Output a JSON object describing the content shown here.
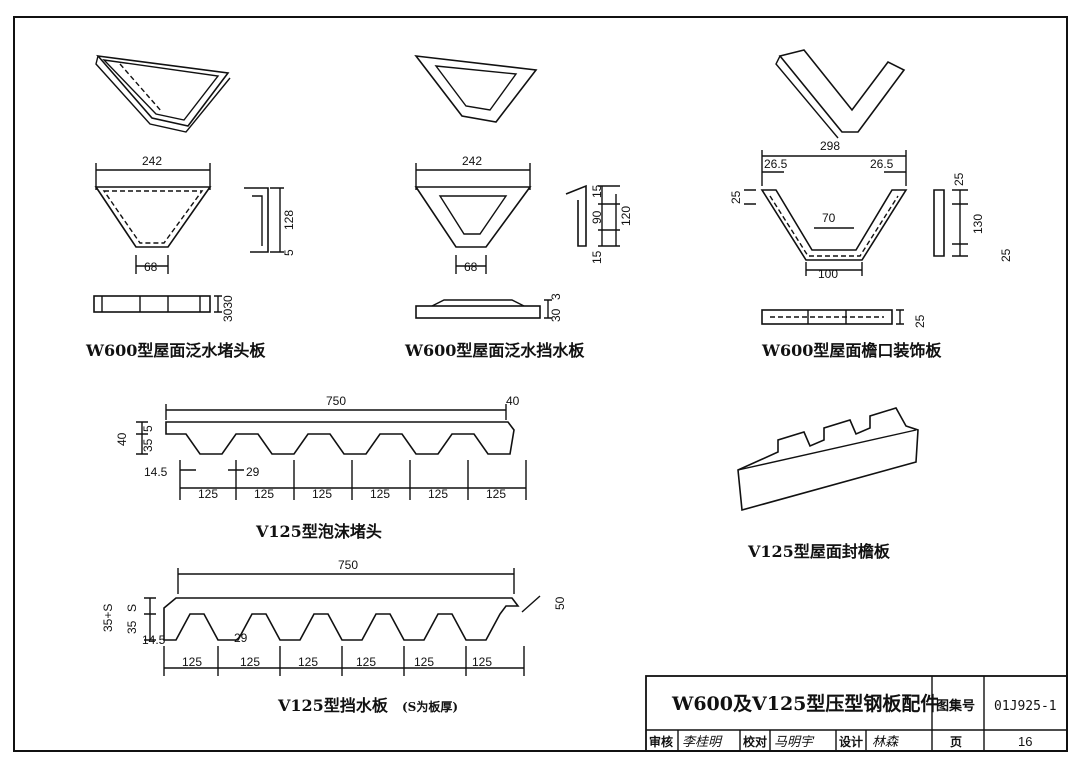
{
  "captions": {
    "w600_end": "W600型屋面泛水堵头板",
    "w600_stop": "W600型屋面泛水挡水板",
    "w600_eave": "W600型屋面檐口装饰板",
    "v125_foam": "V125型泡沫堵头",
    "v125_eave": "V125型屋面封檐板",
    "v125_stop": "V125型挡水板",
    "v125_stop_note": "(S为板厚)"
  },
  "dims": {
    "w600_end": {
      "top": "242",
      "bottom": "68",
      "side_h": "128",
      "side_b": "5",
      "strip": "3030"
    },
    "w600_stop": {
      "top": "242",
      "bottom": "68",
      "s15a": "15",
      "s90": "90",
      "s120": "120",
      "s15b": "15",
      "strip": "30",
      "strip2": "3"
    },
    "w600_eave": {
      "top": "298",
      "l265": "26.5",
      "r265": "26.5",
      "h25": "25",
      "i70": "70",
      "b100": "100",
      "s25a": "25",
      "s130": "130",
      "s25b": "25",
      "strip": "25"
    },
    "v125_foam": {
      "len": "750",
      "end": "40",
      "h40": "40",
      "h35": "35",
      "h5": "5",
      "w145": "14.5",
      "w29": "29",
      "pitch": [
        "125",
        "125",
        "125",
        "125",
        "125",
        "125"
      ]
    },
    "v125_stop": {
      "len": "750",
      "h35s": "35+S",
      "h35": "35",
      "hs": "S",
      "end": "50",
      "w145": "14.5",
      "w29": "29",
      "pitch": [
        "125",
        "125",
        "125",
        "125",
        "125",
        "125"
      ]
    }
  },
  "title_block": {
    "title": "W600及V125型压型钢板配件",
    "atlas_label": "图集号",
    "atlas_no": "01J925-1",
    "review_label": "审核",
    "review_sign": "李桂明",
    "check_label": "校对",
    "check_sign": "马明宇",
    "design_label": "设计",
    "design_sign": "林森",
    "page_label": "页",
    "page_no": "16"
  }
}
